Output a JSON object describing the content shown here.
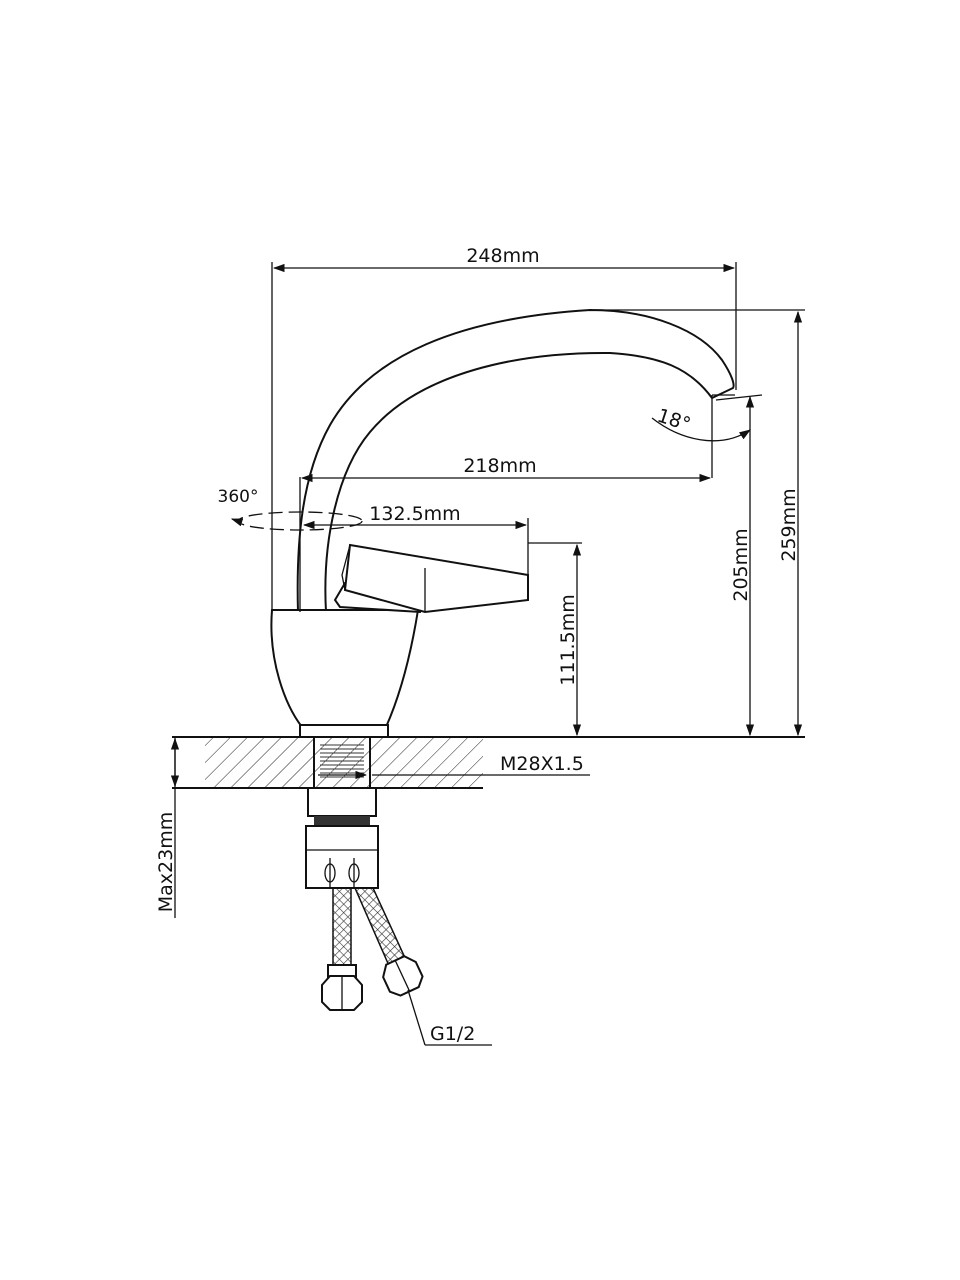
{
  "dimensions": {
    "total_reach": "248mm",
    "spout_reach": "218mm",
    "lever_reach": "132.5mm",
    "total_height": "259mm",
    "spout_height": "205mm",
    "lever_height": "111.5mm",
    "max_deck_thickness": "Max23mm",
    "spout_tilt": "18°",
    "swivel": "360°",
    "thread": "M28X1.5",
    "hose_connection": "G1/2"
  }
}
